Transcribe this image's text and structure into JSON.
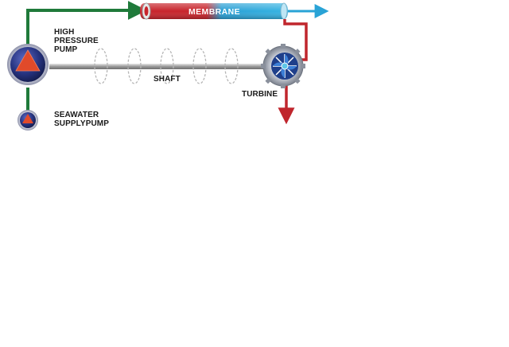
{
  "labels": {
    "high_pressure_pump": [
      "HIGH",
      "PRESSURE",
      "PUMP"
    ],
    "seawater_supply_pump": [
      "SEAWATER",
      "SUPPLYPUMP"
    ],
    "shaft": "SHAFT",
    "turbine": "TURBINE",
    "membrane": "MEMBRANE"
  },
  "colors": {
    "feed_line": "#1f7a3a",
    "brine_line": "#c0262d",
    "permeate_line": "#29a3d6",
    "pump_body": "#1e2a78",
    "pump_triangle": "#e14a2a",
    "shaft": "#a8a8a8",
    "turbine_blade": "#2f5fb7",
    "label_text": "#1a1a1a"
  },
  "icons": {
    "high_pressure_pump": "pump-icon",
    "seawater_supply_pump": "pump-icon",
    "turbine": "turbine-icon",
    "membrane": "membrane-vessel-icon"
  }
}
